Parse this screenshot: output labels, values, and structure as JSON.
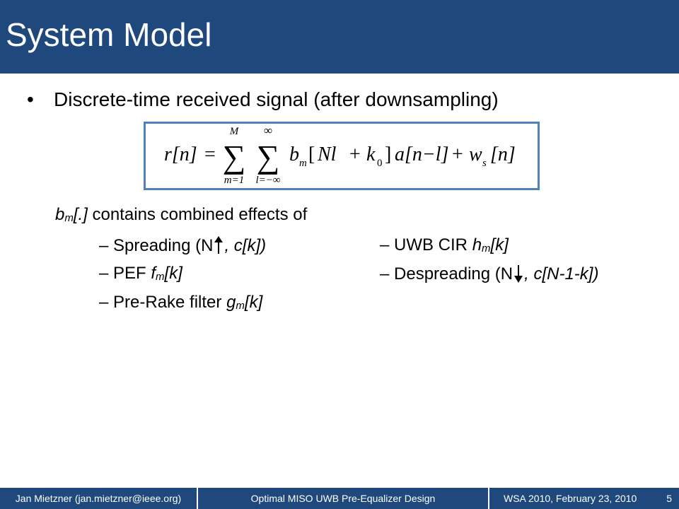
{
  "slide": {
    "title": "System Model",
    "bullet": "Discrete-time received signal (after downsampling)",
    "formula": {
      "lhs": "r[n]",
      "sum1_upper": "M",
      "sum1_lower": "m=1",
      "sum2_upper": "∞",
      "sum2_lower": "l=−∞",
      "terms": {
        "b": "b",
        "b_sub": "m",
        "bracket_open": "[",
        "Nl": "Nl",
        "plus1": "+",
        "k": "k",
        "k_sub": "0",
        "bracket_close": "]",
        "a": "a",
        "n_minus_l": "[n−l]",
        "plus2": "+",
        "w": "w",
        "w_sub": "s",
        "wn": "[n]",
        "equals": "="
      }
    },
    "intro": {
      "b": "b",
      "sub": "m",
      "arg": "[.]",
      "text": " contains combined effects of"
    },
    "items": {
      "spreading": {
        "prefix": "– Spreading (N",
        "suffix": ", c[k])",
        "arrow": "up-arrow-icon"
      },
      "pef": {
        "prefix": "– PEF ",
        "f": "f",
        "sub": "m",
        "arg": "[k]"
      },
      "prerake": {
        "prefix": "– Pre-Rake filter ",
        "g": "g",
        "sub": "m",
        "arg": "[k]"
      },
      "uwb": {
        "prefix": "– UWB CIR ",
        "h": "h",
        "sub": "m",
        "arg": "[k]"
      },
      "despreading": {
        "prefix": "– Despreading (N",
        "suffix": ", c[N-1-k])",
        "arrow": "down-arrow-icon"
      }
    }
  },
  "footer": {
    "author": "Jan Mietzner (jan.mietzner@ieee.org)",
    "talk": "Optimal MISO UWB Pre-Equalizer Design",
    "conference": "WSA 2010, February 23, 2010",
    "page": "5"
  },
  "colors": {
    "primary": "#1f497d",
    "formula_border": "#4f81bd"
  }
}
